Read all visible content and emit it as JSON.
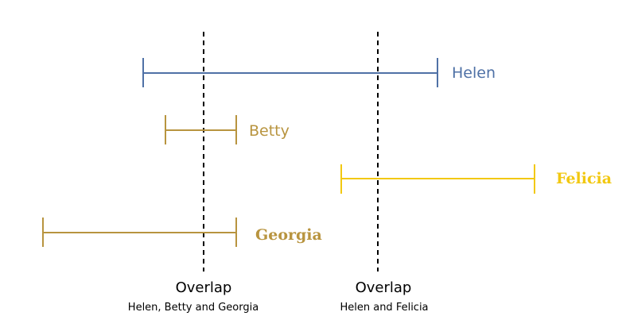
{
  "intervals": [
    {
      "label": "Helen",
      "color": "#4F71A6"
    },
    {
      "label": "Betty",
      "color": "#B8943F"
    },
    {
      "label": "Felicia",
      "color": "#F2C811"
    },
    {
      "label": "Georgia",
      "color": "#B8943F"
    }
  ],
  "overlaps": [
    {
      "title": "Overlap",
      "detail": "Helen, Betty and Georgia"
    },
    {
      "title": "Overlap",
      "detail": "Helen and Felicia"
    }
  ],
  "colors": {
    "background": "#FFFFFF",
    "divider": "#000000",
    "text": "#000000"
  }
}
